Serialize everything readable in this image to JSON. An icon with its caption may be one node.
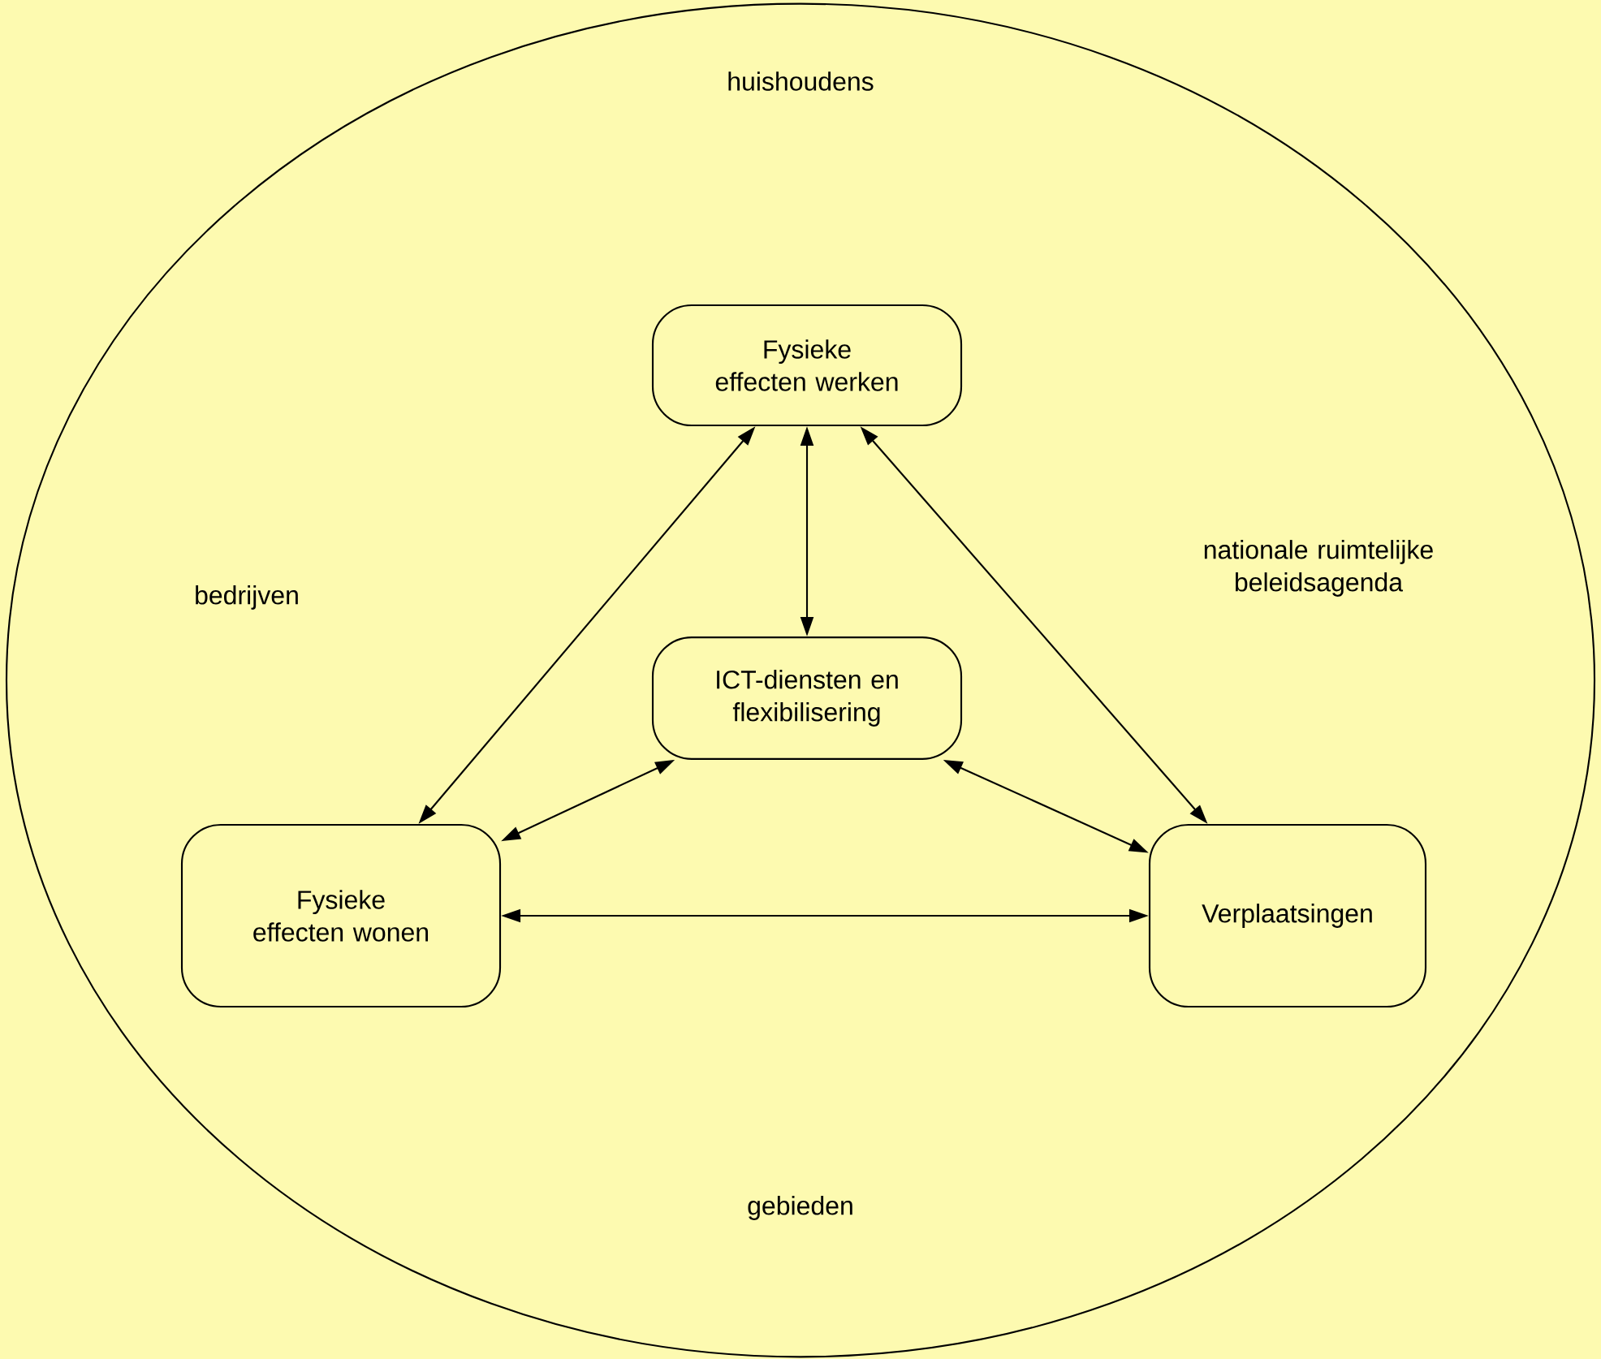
{
  "diagram": {
    "nodes": [
      {
        "text": [
          "huishoudens",
          "bedrijven",
          "nationale ruimtelijke beleidsagenda",
          "gebieden"
        ]
      },
      {
        "text": [
          "Fysieke effecten werken"
        ],
        "in": 0
      },
      {
        "text": [
          "ICT-diensten en flexibilisering"
        ],
        "in": 0
      },
      {
        "text": [
          "Fysieke effecten wonen"
        ],
        "in": 0
      },
      {
        "text": [
          "Verplaatsingen"
        ],
        "in": 0
      }
    ],
    "edges": [
      {
        "from": 1,
        "to": 2,
        "arrow": "both"
      },
      {
        "from": 1,
        "to": 3,
        "arrow": "both"
      },
      {
        "from": 1,
        "to": 4,
        "arrow": "both"
      },
      {
        "from": 3,
        "to": 2,
        "arrow": "both"
      },
      {
        "from": 2,
        "to": 4,
        "arrow": "both"
      },
      {
        "from": 3,
        "to": 4,
        "arrow": "both"
      }
    ]
  }
}
